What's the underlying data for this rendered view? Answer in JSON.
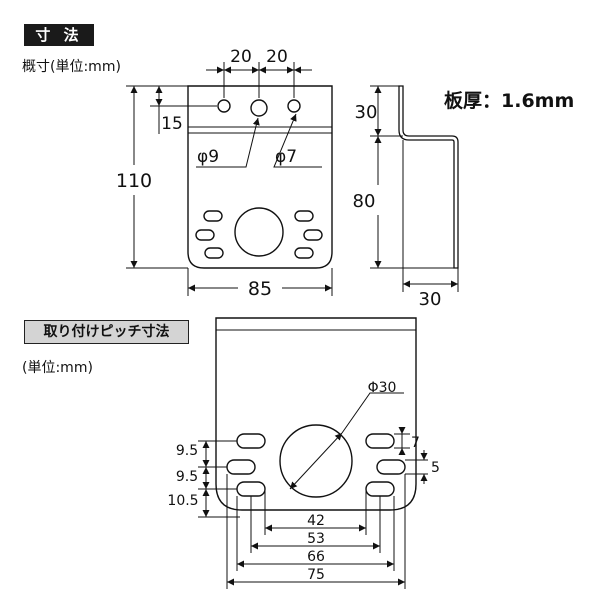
{
  "section1": {
    "title": "寸 法",
    "subtitle": "概寸(単位:mm)",
    "thickness": "板厚：1.6mm",
    "dims": {
      "pitch_left": "20",
      "pitch_right": "20",
      "hole_offset": "15",
      "height": "110",
      "width": "85",
      "phi9": "φ9",
      "phi7": "φ7",
      "side_top": "30",
      "side_main": "80",
      "side_depth": "30"
    }
  },
  "section2": {
    "title": "取り付けピッチ寸法",
    "subtitle": "(単位:mm)",
    "dims": {
      "phi30": "Φ30",
      "v1": "9.5",
      "v2": "9.5",
      "v3": "10.5",
      "slot_h": "7",
      "slot_gap": "5",
      "w42": "42",
      "w53": "53",
      "w66": "66",
      "w75": "75"
    }
  },
  "colors": {
    "title_bg": "#1a1a1a",
    "title_fg": "#ffffff",
    "title2_bg": "#d4d4d4",
    "line": "#111111"
  }
}
